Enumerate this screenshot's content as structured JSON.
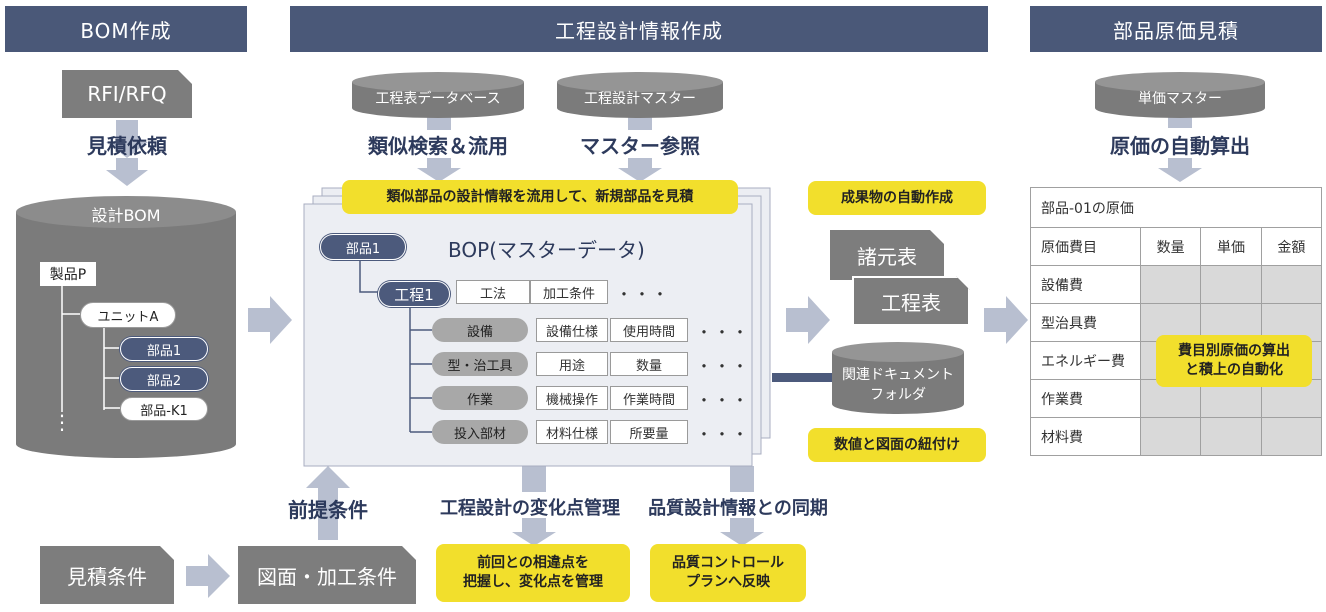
{
  "headers": {
    "bom": "BOM作成",
    "process": "工程設計情報作成",
    "cost": "部品原価見積"
  },
  "bom": {
    "rfi": "RFI/RFQ",
    "request": "見積依頼",
    "db_title": "設計BOM",
    "product": "製品P",
    "unit": "ユニットA",
    "parts": [
      "部品1",
      "部品2",
      "部品-K1"
    ],
    "vdots": "⋮"
  },
  "process": {
    "db1": "工程表データベース",
    "db2": "工程設計マスター",
    "label1": "類似検索＆流用",
    "label2": "マスター参照",
    "banner": "類似部品の設計情報を流用して、新規部品を見積",
    "bop_title": "BOP(マスターデータ)",
    "part": "部品1",
    "step": "工程1",
    "step_cells": [
      "工法",
      "加工条件"
    ],
    "dots": "・・・",
    "rows": [
      {
        "label": "設備",
        "c1": "設備仕様",
        "c2": "使用時間"
      },
      {
        "label": "型・治工具",
        "c1": "用途",
        "c2": "数量"
      },
      {
        "label": "作業",
        "c1": "機械操作",
        "c2": "作業時間"
      },
      {
        "label": "投入部材",
        "c1": "材料仕様",
        "c2": "所要量"
      }
    ],
    "premise": "前提条件",
    "estimate_cond": "見積条件",
    "drawing_cond": "図面・加工条件",
    "change_label": "工程設計の変化点管理",
    "quality_label": "品質設計情報との同期",
    "change_box": "前回との相違点を\n把握し、変化点を管理",
    "quality_box": "品質コントロール\nプランへ反映"
  },
  "outputs": {
    "auto": "成果物の自動作成",
    "spec": "諸元表",
    "process_sheet": "工程表",
    "folder": "関連ドキュメント\nフォルダ",
    "link": "数値と図面の紐付け"
  },
  "cost": {
    "master": "単価マスター",
    "label": "原価の自動算出",
    "table_title": "部品-01の原価",
    "columns": [
      "原価費目",
      "数量",
      "単価",
      "金額"
    ],
    "rows": [
      "設備費",
      "型治具費",
      "エネルギー費",
      "作業費",
      "材料費"
    ],
    "note": "費目別原価の算出\nと積上の自動化"
  }
}
